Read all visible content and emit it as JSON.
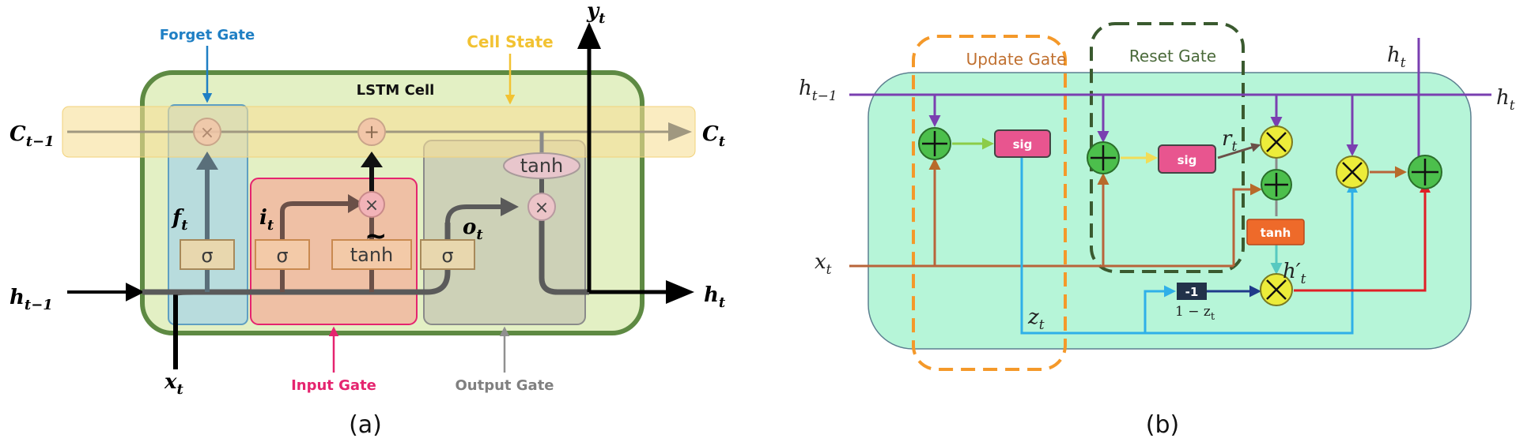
{
  "panel_a": {
    "caption": "(a)",
    "cell_title": "LSTM Cell",
    "forget_gate": "Forget Gate",
    "cell_state": "Cell State",
    "input_gate": "Input Gate",
    "output_gate": "Output Gate",
    "c_prev": {
      "base": "C",
      "sub": "t−1"
    },
    "c_next": {
      "base": "C",
      "sub": "t"
    },
    "h_prev": {
      "base": "h",
      "sub": "t−1"
    },
    "h_next": {
      "base": "h",
      "sub": "t"
    },
    "y_out": {
      "base": "y",
      "sub": "t"
    },
    "x_in": {
      "base": "x",
      "sub": "t"
    },
    "f_t": {
      "base": "f",
      "sub": "t"
    },
    "i_t": {
      "base": "i",
      "sub": "t"
    },
    "o_t": {
      "base": "o",
      "sub": "t"
    },
    "tilde": "~",
    "sigma": "σ",
    "tanh": "tanh",
    "times": "×",
    "plus": "+"
  },
  "panel_b": {
    "caption": "(b)",
    "update_gate": "Update Gate",
    "reset_gate": "Reset Gate",
    "h_prev": {
      "base": "h",
      "sub": "t−1"
    },
    "h_top": {
      "base": "h",
      "sub": "t"
    },
    "h_right": {
      "base": "h",
      "sub": "t"
    },
    "x_in": {
      "base": "x",
      "sub": "t"
    },
    "r_t": {
      "base": "r",
      "sub": "t"
    },
    "z_t": {
      "base": "z",
      "sub": "t"
    },
    "h_prime": {
      "base": "h",
      "prime": "′",
      "sub": "t"
    },
    "one_minus_z": "1 − z",
    "one_minus_z_sub": "t",
    "sig": "sig",
    "tanh": "tanh",
    "minus_one": "-1"
  }
}
